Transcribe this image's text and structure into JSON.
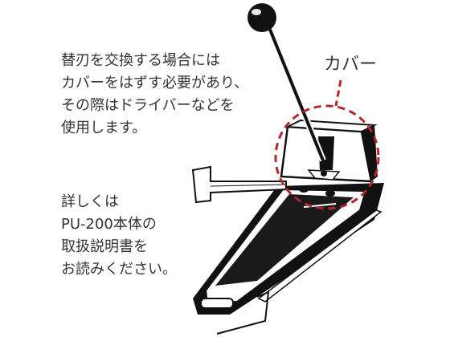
{
  "instructions": {
    "lines": [
      "替刃を交換する場合には",
      "カバーをはずす必要があり、",
      "その際はドライバーなどを",
      "使用します。"
    ]
  },
  "reference": {
    "lines": [
      "詳しくは",
      "PU-200本体の",
      "取扱説明書を",
      "お読みください。"
    ]
  },
  "callout": {
    "label": "カバー",
    "color": "#b5262c"
  }
}
